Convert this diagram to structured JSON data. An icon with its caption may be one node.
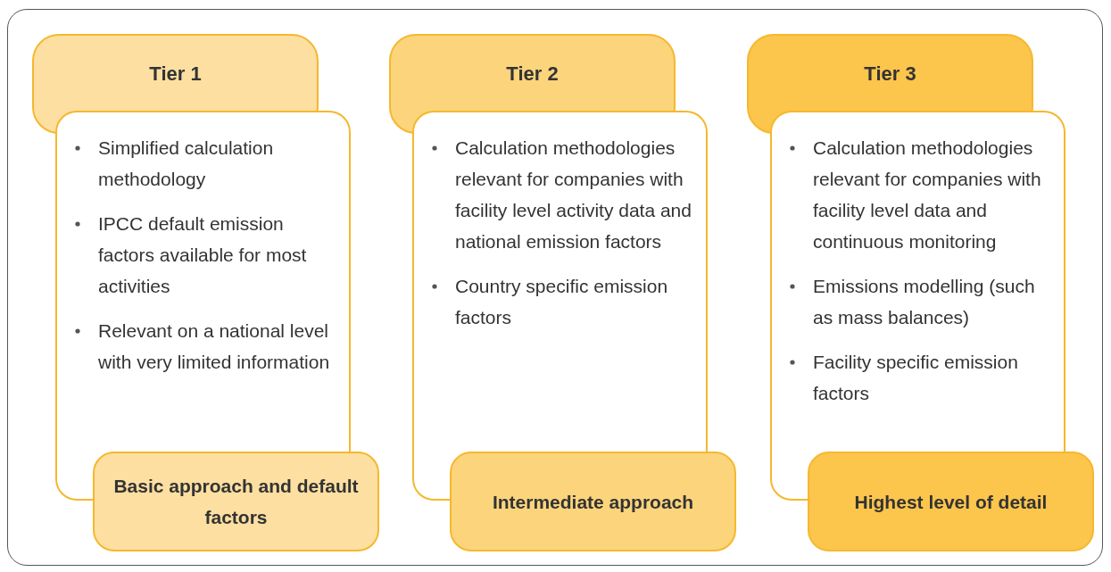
{
  "diagram": {
    "nodes": [
      {
        "text": [
          "Tier 1"
        ]
      },
      {
        "text": [
          "Simplified calculation methodology",
          "IPCC default emission factors available for most activities",
          "Relevant on a national level with very limited information"
        ]
      },
      {
        "text": [
          "Basic approach and default factors"
        ]
      },
      {
        "text": [
          "Tier 2"
        ]
      },
      {
        "text": [
          "Calculation methodologies relevant for companies with facility level activity data and national emission factors",
          "Country specific emission factors"
        ]
      },
      {
        "text": [
          "Intermediate approach"
        ]
      },
      {
        "text": [
          "Tier 3"
        ]
      },
      {
        "text": [
          "Calculation methodologies relevant for companies with facility level data and continuous monitoring",
          "Emissions modelling (such as mass balances)",
          "Facility specific emission factors"
        ]
      },
      {
        "text": [
          "Highest level of detail"
        ]
      }
    ],
    "edges": []
  }
}
